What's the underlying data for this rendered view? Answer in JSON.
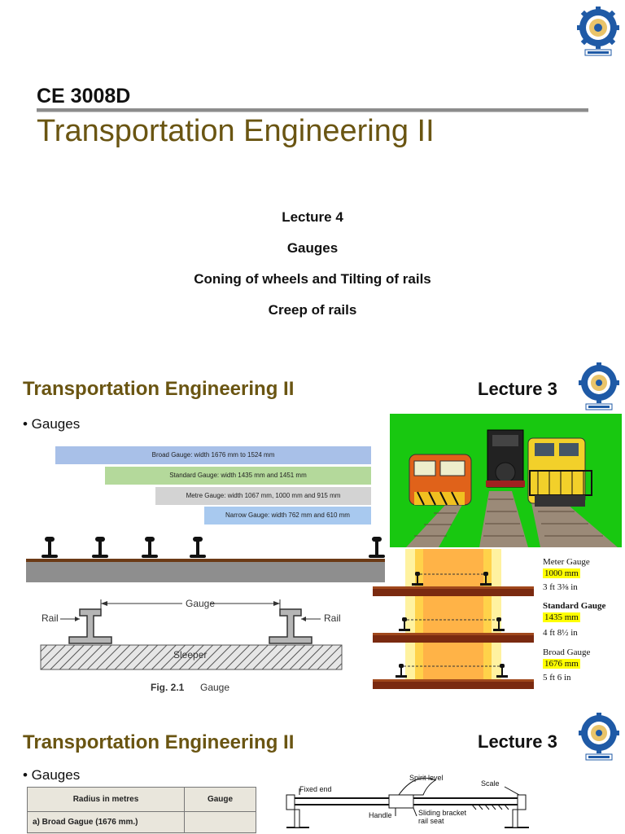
{
  "header": {
    "course_code": "CE 3008D",
    "course_title": "Transportation Engineering II"
  },
  "lecture": {
    "lines": [
      "Lecture 4",
      "Gauges",
      "Coning of wheels and Tilting of rails",
      "Creep of rails"
    ]
  },
  "slide2": {
    "title": "Transportation Engineering II",
    "lecture": "Lecture 3",
    "bullet": "• Gauges",
    "bands": [
      {
        "text": "Broad Gauge: width 1676 mm to 1524 mm",
        "color": "#a8c0e8"
      },
      {
        "text": "Standard Gauge: width 1435 mm and 1451 mm",
        "color": "#b4d99b"
      },
      {
        "text": "Metre Gauge: width 1067 mm, 1000 mm and 915 mm",
        "color": "#d3d3d3"
      },
      {
        "text": "Narrow Gauge: width 762 mm and 610 mm",
        "color": "#a8c9ef"
      }
    ],
    "diagram": {
      "rail_left": "Rail",
      "rail_right": "Rail",
      "gauge": "Gauge",
      "sleeper": "Sleeper",
      "fig_num": "Fig. 2.1",
      "fig_label": "Gauge"
    },
    "gauge_compare": {
      "meter": {
        "name": "Meter Gauge",
        "mm": "1000 mm",
        "ft": "3 ft 3⅜ in"
      },
      "standard": {
        "name": "Standard Gauge",
        "mm": "1435 mm",
        "ft": "4 ft 8½ in"
      },
      "broad": {
        "name": "Broad Gauge",
        "mm": "1676 mm",
        "ft": "5 ft 6 in"
      }
    },
    "colors": {
      "title": "#6a5512",
      "green_bg": "#18c810",
      "highlight": "#ffff00"
    }
  },
  "slide3": {
    "title": "Transportation Engineering II",
    "lecture": "Lecture 3",
    "bullet": "• Gauges",
    "table": {
      "headers": [
        "Radius in metres",
        "Gauge"
      ],
      "row": "a)  Broad Gague (1676 mm.)"
    },
    "diagram": {
      "fixed_end": "Fixed end",
      "spirit_level": "Spirit level",
      "scale": "Scale",
      "handle": "Handle",
      "sliding_bracket": "Sliding bracket",
      "rail_seat": "rail seat"
    }
  }
}
